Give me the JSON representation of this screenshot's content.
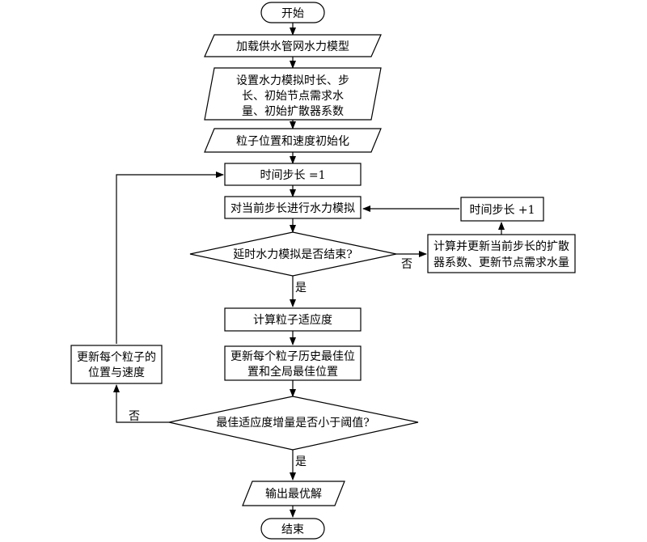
{
  "flowchart": {
    "start": "开始",
    "load_model": "加载供水管网水力模型",
    "set_params": [
      "设置水力模拟时长、步",
      "长、初始节点需求水",
      "量、初始扩散器系数"
    ],
    "init_particles": "粒子位置和速度初始化",
    "timestep_init": "时间步长 =1",
    "run_hydraulic": "对当前步长进行水力模拟",
    "timestep_inc": "时间步长 +1",
    "sim_end_question": "延时水力模拟是否结束?",
    "update_coeffs": [
      "计算并更新当前步长的扩散",
      "器系数、更新节点需求水量"
    ],
    "calc_fitness": "计算粒子适应度",
    "update_best": [
      "更新每个粒子历史最佳位",
      "置和全局最佳位置"
    ],
    "update_particles": [
      "更新每个粒子的",
      "位置与速度"
    ],
    "fitness_question": "最佳适应度增量是否小于阈值?",
    "output_best": "输出最优解",
    "end": "结束",
    "yes_label": "是",
    "no_label": "否"
  }
}
